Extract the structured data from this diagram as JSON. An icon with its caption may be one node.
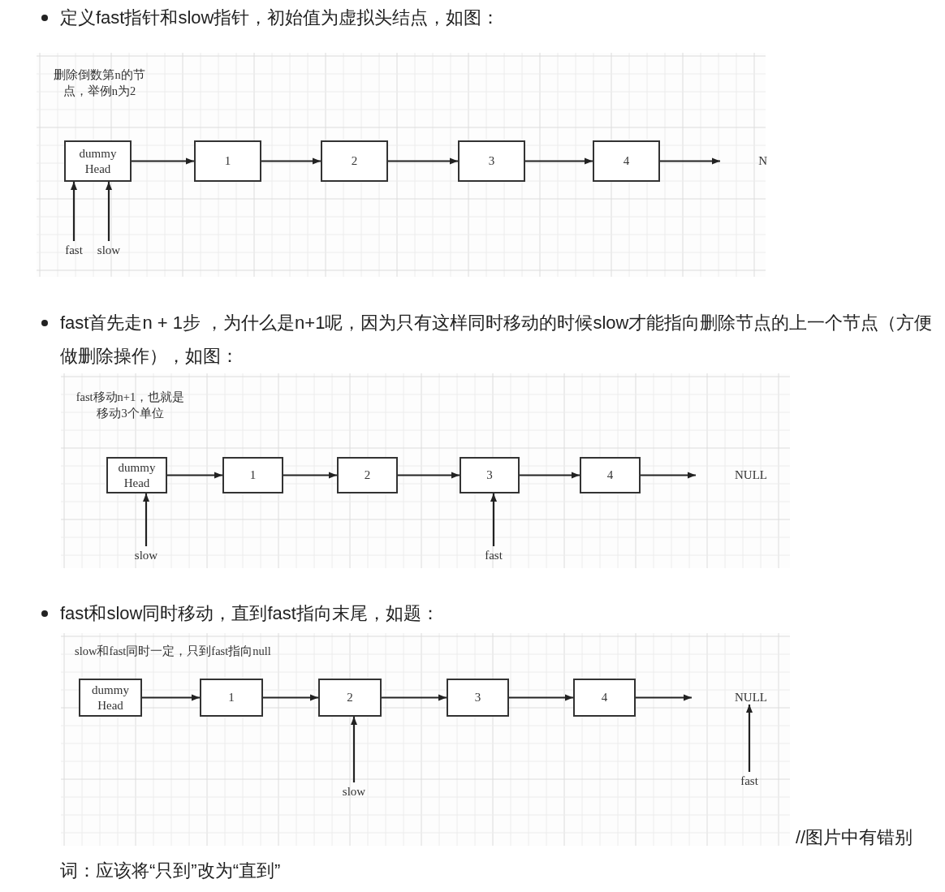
{
  "diagram": {
    "nodes": [
      {
        "text": [
          "dummy Head"
        ]
      },
      {
        "text": [
          "1"
        ]
      },
      {
        "text": [
          "2"
        ]
      },
      {
        "text": [
          "3"
        ]
      },
      {
        "text": [
          "4"
        ]
      },
      {
        "text": [
          "N"
        ]
      },
      {
        "text": [
          "fast"
        ]
      },
      {
        "text": [
          "slow"
        ]
      },
      {
        "text": [
          "dummy Head"
        ]
      },
      {
        "text": [
          "1"
        ]
      },
      {
        "text": [
          "2"
        ]
      },
      {
        "text": [
          "3"
        ]
      },
      {
        "text": [
          "4"
        ]
      },
      {
        "text": [
          "NULL"
        ]
      },
      {
        "text": [
          "slow"
        ]
      },
      {
        "text": [
          "fast"
        ]
      },
      {
        "text": [
          "dummy Head"
        ]
      },
      {
        "text": [
          "1"
        ]
      },
      {
        "text": [
          "2"
        ]
      },
      {
        "text": [
          "3"
        ]
      },
      {
        "text": [
          "4"
        ]
      },
      {
        "text": [
          "NULL"
        ]
      },
      {
        "text": [
          "slow"
        ]
      },
      {
        "text": [
          "fast"
        ]
      }
    ],
    "edges": [
      {
        "from": 0,
        "to": 1,
        "arrow": "to"
      },
      {
        "from": 1,
        "to": 2,
        "arrow": "to"
      },
      {
        "from": 2,
        "to": 3,
        "arrow": "to"
      },
      {
        "from": 3,
        "to": 4,
        "arrow": "to"
      },
      {
        "from": 4,
        "to": 5,
        "arrow": "to"
      },
      {
        "from": 6,
        "to": 0,
        "arrow": "to"
      },
      {
        "from": 7,
        "to": 0,
        "arrow": "to"
      },
      {
        "from": 8,
        "to": 9,
        "arrow": "to"
      },
      {
        "from": 9,
        "to": 10,
        "arrow": "to"
      },
      {
        "from": 10,
        "to": 11,
        "arrow": "to"
      },
      {
        "from": 11,
        "to": 12,
        "arrow": "to"
      },
      {
        "from": 12,
        "to": 13,
        "arrow": "to"
      },
      {
        "from": 14,
        "to": 8,
        "arrow": "to"
      },
      {
        "from": 15,
        "to": 11,
        "arrow": "to"
      },
      {
        "from": 16,
        "to": 17,
        "arrow": "to"
      },
      {
        "from": 17,
        "to": 18,
        "arrow": "to"
      },
      {
        "from": 18,
        "to": 19,
        "arrow": "to"
      },
      {
        "from": 19,
        "to": 20,
        "arrow": "to"
      },
      {
        "from": 20,
        "to": 21,
        "arrow": "to"
      },
      {
        "from": 22,
        "to": 18,
        "arrow": "to"
      },
      {
        "from": 23,
        "to": 21,
        "arrow": "to"
      }
    ],
    "labels": [
      "定义fast指针和slow指针，初始值为虚拟头结点，如图：",
      "删除倒数第n的节点，举例n为2",
      "fast首先走n + 1步 ，为什么是n+1呢，因为只有这样同时移动的时候slow才能指向删除节点的上一个节点（方便做删除操作），如图：",
      "fast移动n+1，也就是移动3个单位",
      "fast和slow同时移动，直到fast指向末尾，如题：",
      "slow和fast同时一定，只到fast指向null",
      "//图片中有错别词：应该将“只到”改为“直到”"
    ]
  }
}
